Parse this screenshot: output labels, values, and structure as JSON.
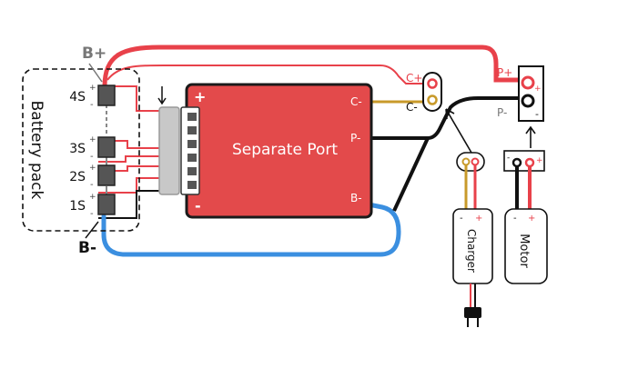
{
  "colors": {
    "red_wire": "#e8414a",
    "blue_wire": "#3b8fe0",
    "black_wire": "#111111",
    "gold_wire": "#c89a2a",
    "board_fill": "#e34a4b",
    "board_border": "#1a1a1a",
    "cell_fill": "#555555",
    "grey_label": "#777777"
  },
  "labels": {
    "b_plus": "B+",
    "b_minus": "B-",
    "battery_pack": "Battery pack",
    "board_title": "Separate Port",
    "board_plus": "+",
    "board_minus": "-",
    "c_minus_board": "C-",
    "p_minus_board": "P-",
    "b_minus_board": "B-",
    "charger_c_plus": "C+",
    "charger_c_minus": "C-",
    "p_plus": "P+",
    "p_minus": "P-",
    "charger": "Charger",
    "motor": "Motor",
    "plus": "+",
    "minus": "-"
  },
  "cells": [
    {
      "name": "4S"
    },
    {
      "name": "3S"
    },
    {
      "name": "2S"
    },
    {
      "name": "1S"
    }
  ]
}
